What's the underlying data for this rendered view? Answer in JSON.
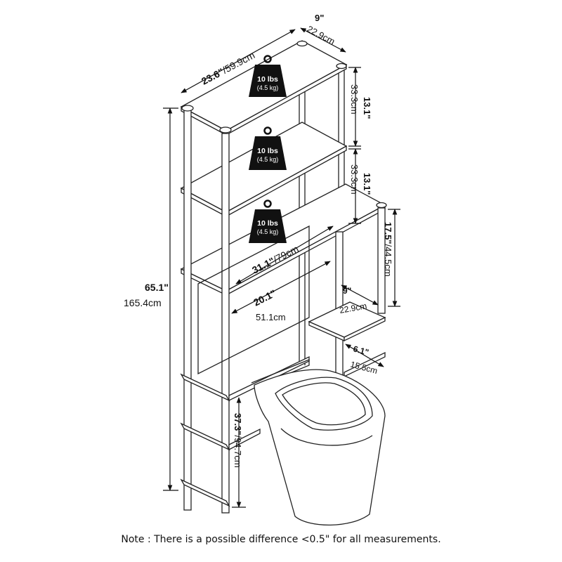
{
  "dimensions": {
    "top_width_in": "23.6\"",
    "top_width_cm": "/59.9cm",
    "depth_in": "9\"",
    "depth_cm": "22.9cm",
    "shelf_gap1_in": "13.1\"",
    "shelf_gap1_cm": "33.3cm",
    "shelf_gap2_in": "13.1\"",
    "shelf_gap2_cm": "33.3cm",
    "wide_width_in": "31.1\"",
    "wide_width_cm": "/79cm",
    "side_height_in": "17.5\"",
    "side_height_cm": "/44.5cm",
    "inner_width_in": "20.1\"",
    "inner_width_cm": "51.1cm",
    "side_depth_in": "9\"",
    "side_depth_cm": "22.9cm",
    "bar_gap_in": "6.1\"",
    "bar_gap_cm": "15.5cm",
    "total_height_in": "65.1\"",
    "total_height_cm": "165.4cm",
    "clearance_in": "37.3\"",
    "clearance_cm": "/94.7cm"
  },
  "weights": [
    {
      "lbs": "10 lbs",
      "kg": "(4.5 kg)"
    },
    {
      "lbs": "10 lbs",
      "kg": "(4.5 kg)"
    },
    {
      "lbs": "10 lbs",
      "kg": "(4.5 kg)"
    }
  ],
  "note": "Note : There is a possible difference <0.5\" for all measurements."
}
